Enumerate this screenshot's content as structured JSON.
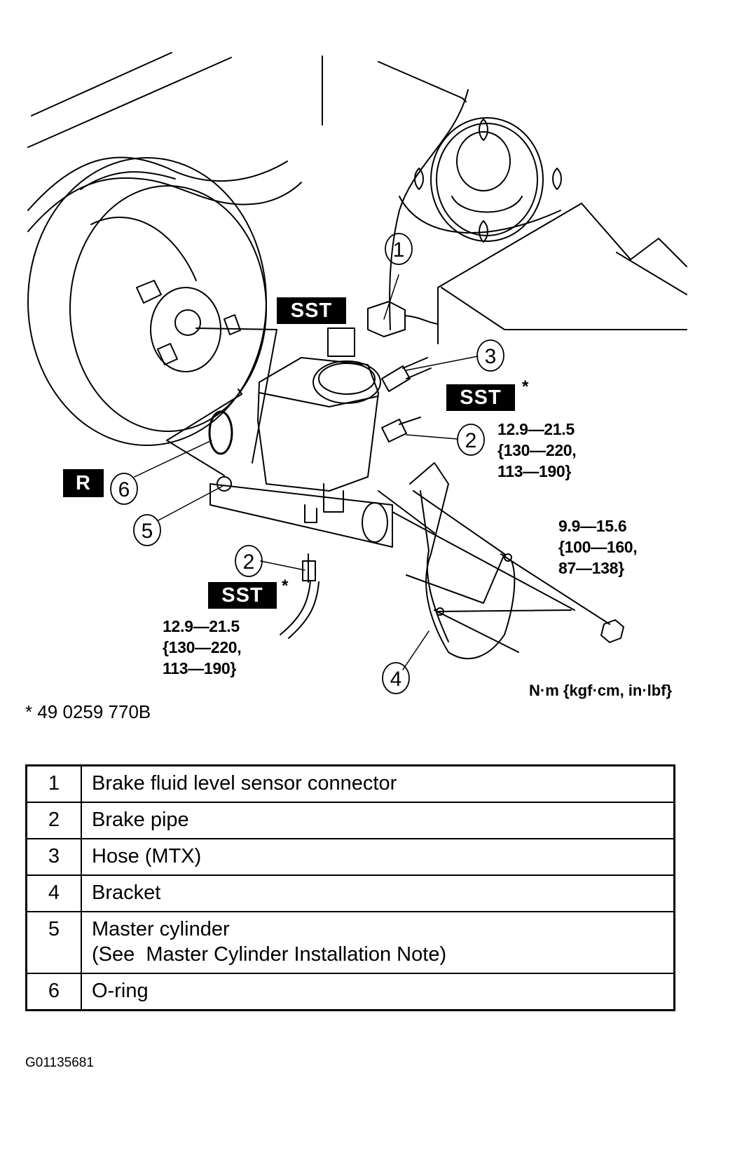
{
  "diagram": {
    "title": "Brake master cylinder removal/installation",
    "callouts": [
      "1",
      "2",
      "3",
      "4",
      "5",
      "6",
      "2"
    ],
    "sst_label": "SST",
    "special_tool_marker": "*",
    "replace_label": "R",
    "torque_specs": [
      {
        "for": "brake-pipe-upper",
        "nm": "12.9—21.5",
        "kgf_cm": "{130—220,",
        "in_lbf": "113—190}"
      },
      {
        "for": "bracket-nut",
        "nm": "9.9—15.6",
        "kgf_cm": "{100—160,",
        "in_lbf": "87—138}"
      },
      {
        "for": "brake-pipe-lower",
        "nm": "12.9—21.5",
        "kgf_cm": "{130—220,",
        "in_lbf": "113—190}"
      }
    ],
    "units": "N·m {kgf·cm, in·lbf}",
    "sst_note": "* 49 0259 770B"
  },
  "legend": {
    "rows": [
      {
        "num": "1",
        "lines": [
          "Brake fluid level sensor connector"
        ]
      },
      {
        "num": "2",
        "lines": [
          "Brake pipe"
        ]
      },
      {
        "num": "3",
        "lines": [
          "Hose (MTX)"
        ]
      },
      {
        "num": "4",
        "lines": [
          "Bracket"
        ]
      },
      {
        "num": "5",
        "lines": [
          "Master cylinder",
          "(See  Master Cylinder Installation Note)"
        ]
      },
      {
        "num": "6",
        "lines": [
          "O-ring"
        ]
      }
    ]
  },
  "figure_id": "G01135681"
}
